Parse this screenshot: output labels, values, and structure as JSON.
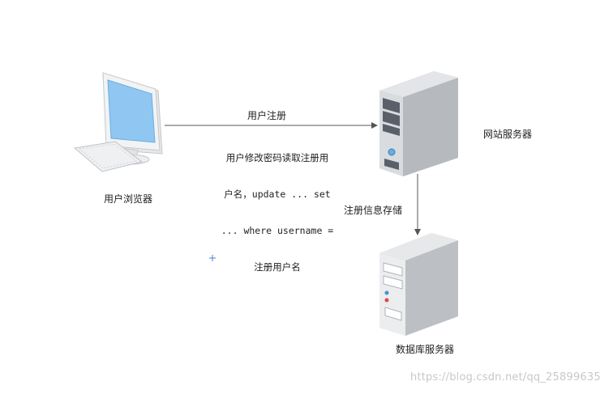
{
  "nodes": {
    "browser": {
      "label": "用户浏览器"
    },
    "web_server": {
      "label": "网站服务器"
    },
    "db_server": {
      "label": "数据库服务器"
    }
  },
  "edges": {
    "register": {
      "label": "用户注册",
      "note_lines": [
        "用户修改密码读取注册用",
        "户名，update ... set",
        "... where username =",
        "注册用户名"
      ]
    },
    "store": {
      "label": "注册信息存储"
    }
  },
  "watermark": "https://blog.csdn.net/qq_25899635",
  "colors": {
    "line": "#555555",
    "screen": "#8fc7f2",
    "server_body": "#cfd2d6",
    "server_dark": "#5a6069",
    "crosshair": "#4a7fd0"
  }
}
